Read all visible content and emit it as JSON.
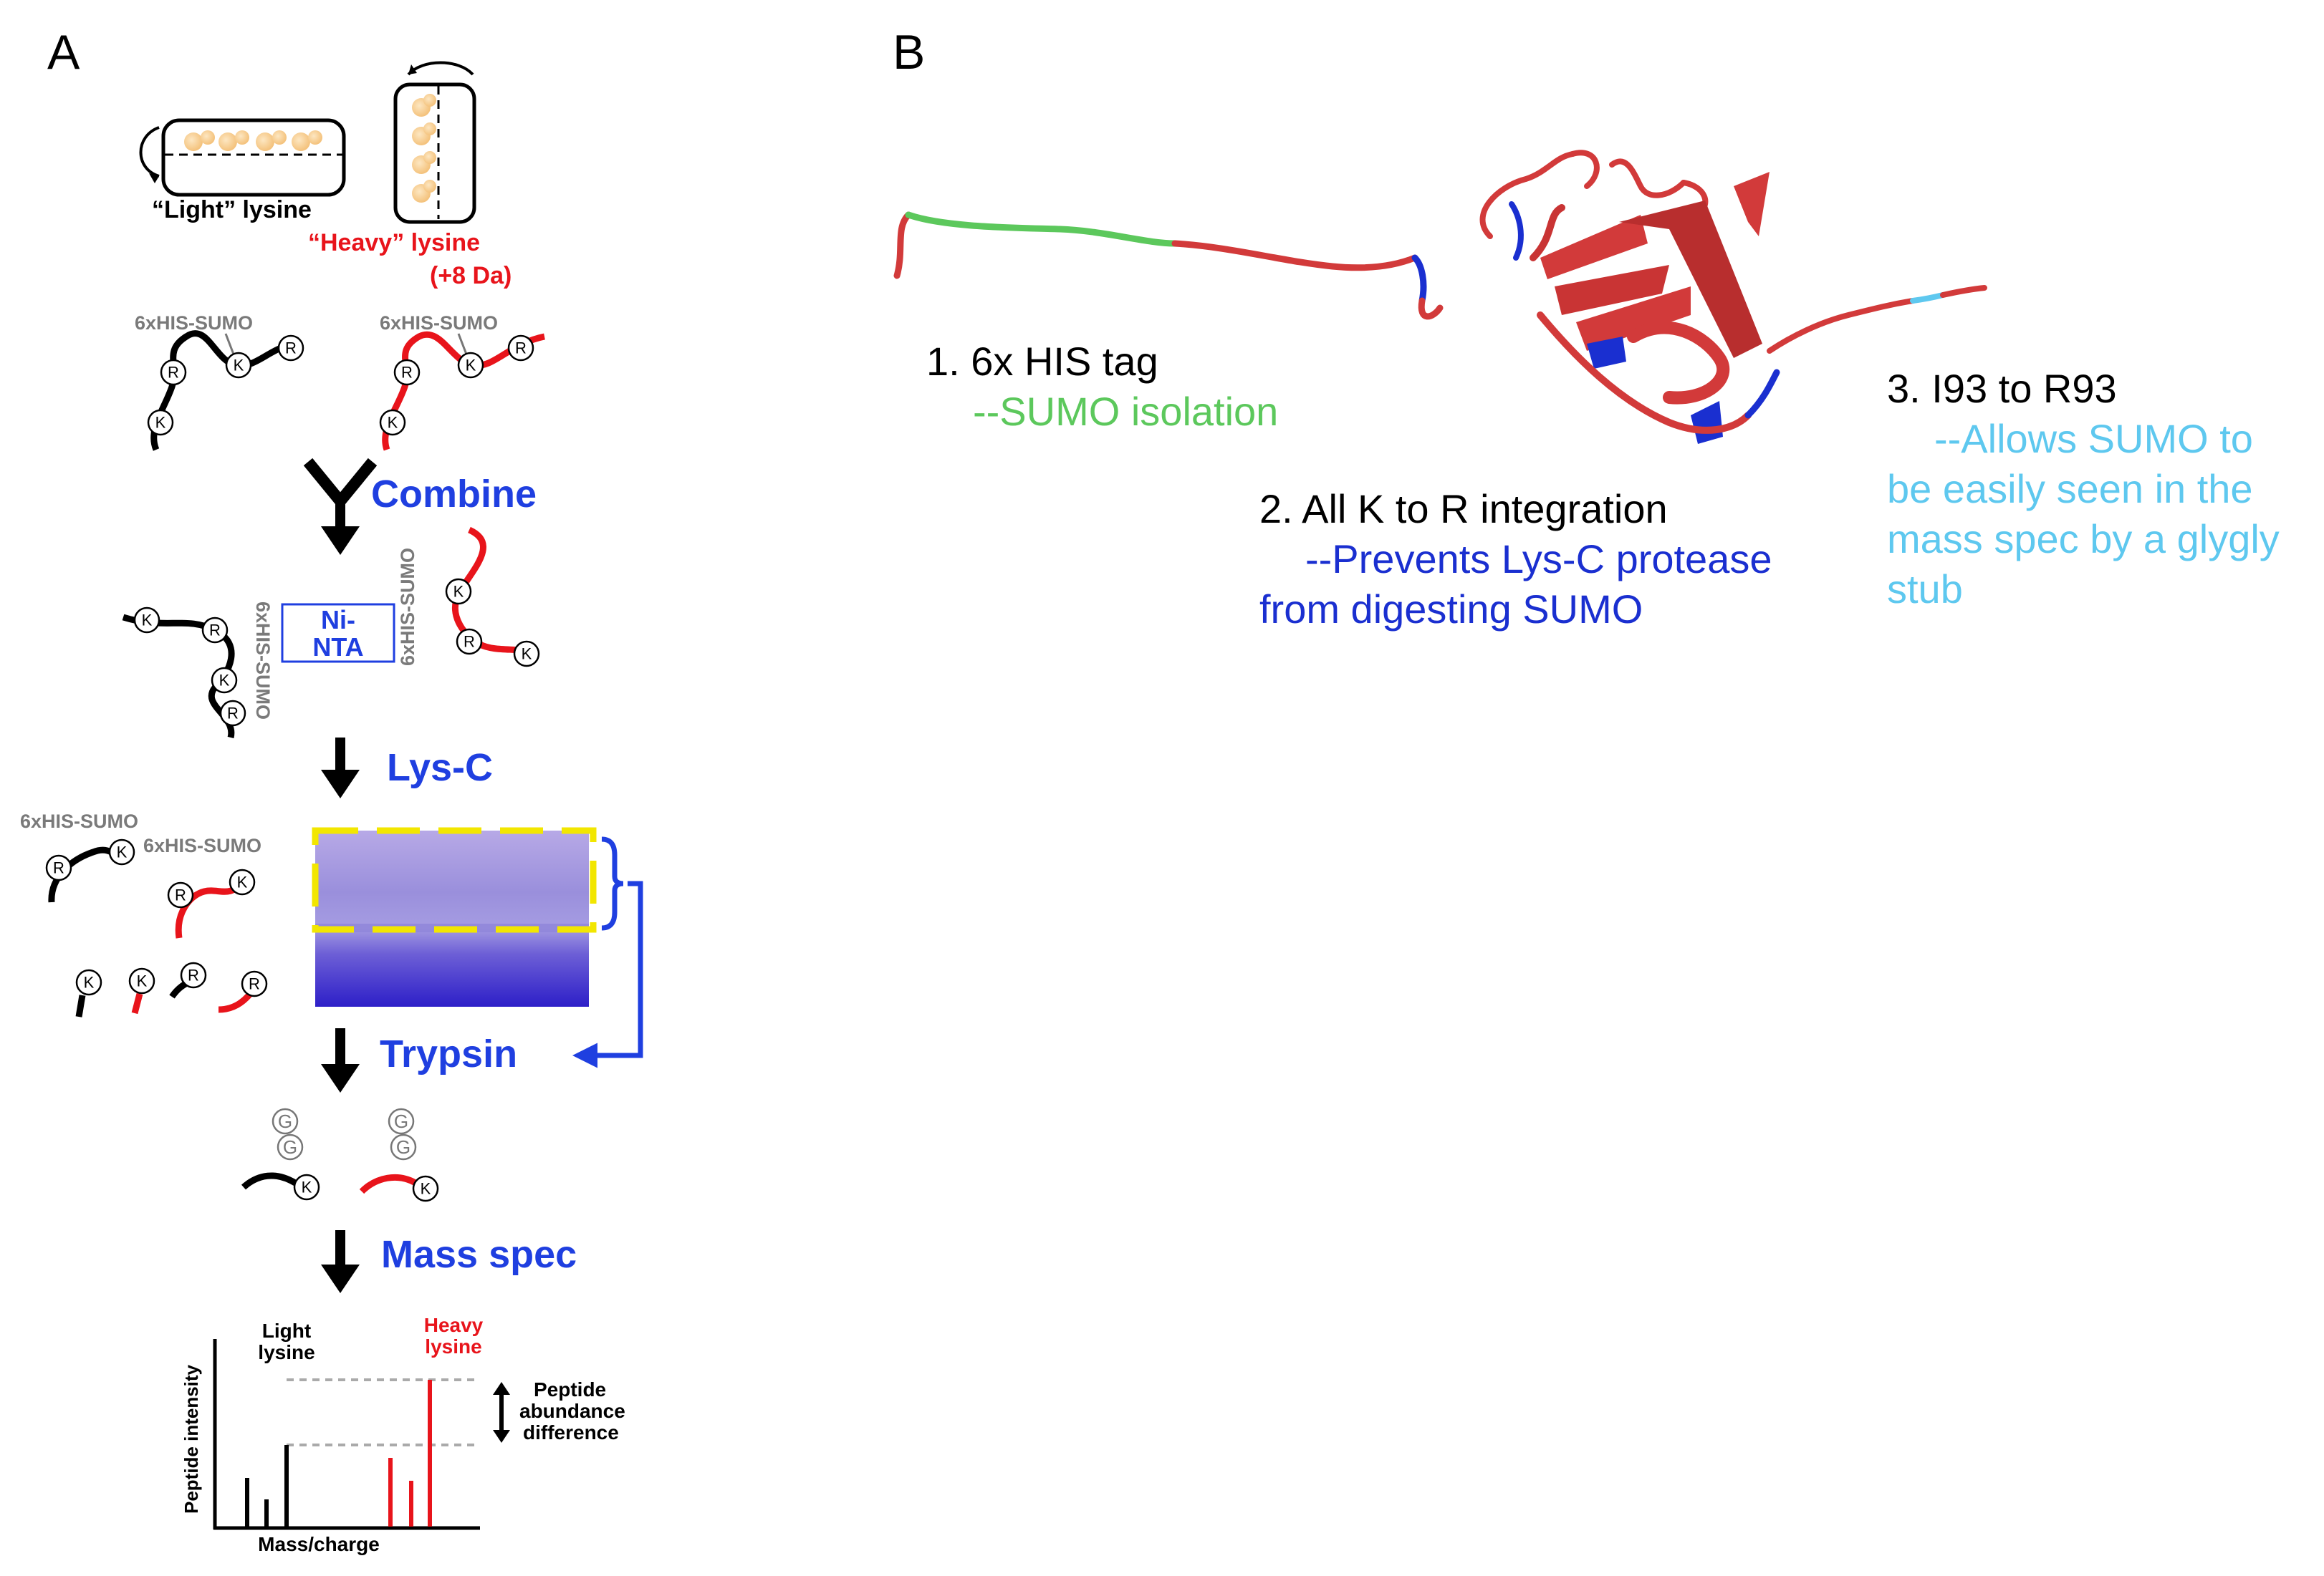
{
  "panel_a": {
    "letter": "A",
    "light_label": "“Light” lysine",
    "heavy_label": "“Heavy” lysine",
    "heavy_mass": "(+8 Da)",
    "tag_label": "6xHIS-SUMO",
    "residue_k": "K",
    "residue_r": "R",
    "residue_g": "G",
    "combine_label": "Combine",
    "ninta_line1": "Ni-",
    "ninta_line2": "NTA",
    "lysc_label": "Lys-C",
    "trypsin_label": "Trypsin",
    "massspec_label": "Mass spec",
    "spectrum": {
      "light_label_line1": "Light",
      "light_label_line2": "lysine",
      "heavy_label_line1": "Heavy",
      "heavy_label_line2": "lysine",
      "ylabel": "Peptide intensity",
      "xlabel": "Mass/charge",
      "diff_line1": "Peptide",
      "diff_line2": "abundance",
      "diff_line3": "difference"
    }
  },
  "panel_b": {
    "letter": "B",
    "ann1_title": "1. 6x HIS tag",
    "ann1_desc": "--SUMO isolation",
    "ann2_title": "2. All K to R integration",
    "ann2_desc_line1": "--Prevents Lys-C protease",
    "ann2_desc_line2": "from digesting SUMO",
    "ann3_title": "3. I93 to R93",
    "ann3_desc_line1": "--Allows SUMO to",
    "ann3_desc_line2": "be easily seen in the",
    "ann3_desc_line3": "mass spec by a glygly",
    "ann3_desc_line4": "stub"
  },
  "colors": {
    "light": "#000000",
    "heavy": "#e8141b",
    "step_blue": "#1f3fe0",
    "his_green": "#5cc85c",
    "kr_blue": "#1a2fd0",
    "r93_cyan": "#5ec8ef",
    "gel_box": "#f2e600"
  }
}
